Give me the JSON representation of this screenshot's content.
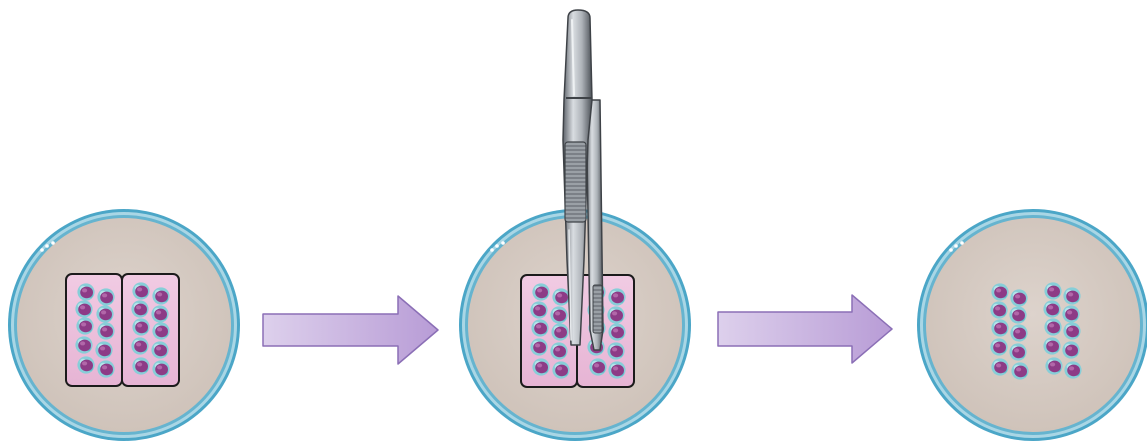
{
  "figure": {
    "panels": [
      {
        "id": "before",
        "dish_icon": "petri-dish-icon",
        "insert_icon": "culture-insert-icon",
        "insert_wells": 2,
        "insert_present": true,
        "tweezers_present": false,
        "cells_per_well": 10
      },
      {
        "id": "removal",
        "dish_icon": "petri-dish-icon",
        "insert_icon": "culture-insert-icon",
        "insert_wells": 2,
        "insert_present": true,
        "tweezers_present": true,
        "tool_icon": "tweezers-icon",
        "cells_per_well": 10
      },
      {
        "id": "after",
        "dish_icon": "petri-dish-icon",
        "insert_present": false,
        "tweezers_present": false,
        "cells_per_well": 10
      }
    ],
    "arrows": [
      {
        "from": "before",
        "to": "removal",
        "icon": "right-arrow-icon"
      },
      {
        "from": "removal",
        "to": "after",
        "icon": "right-arrow-icon"
      }
    ],
    "colors": {
      "dish_fill": "#d6cbc3",
      "dish_rim_outer": "#4ba6c7",
      "dish_rim_inner": "#a9d6e5",
      "insert_fill": "#edc2de",
      "insert_border": "#1b1b1b",
      "cell_body": "#8d3b86",
      "cell_halo": "#7dcdd7",
      "arrow_fill": "#c7b0de",
      "arrow_stroke": "#8b6fb6",
      "tweezers_light": "#c4c8cd",
      "tweezers_dark": "#5c6168"
    }
  }
}
